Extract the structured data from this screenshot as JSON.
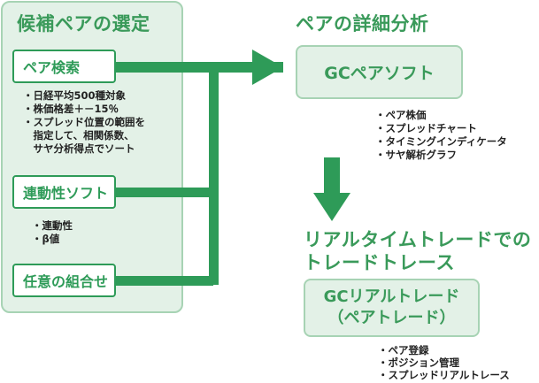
{
  "candidate_panel": {
    "title": "候補ペアの選定",
    "pair_search": {
      "label": "ペア検索",
      "notes": [
        "・日経平均500種対象",
        "・株価格差＋－15％",
        "・スプレッド位置の範囲を",
        "　指定して、相関係数、",
        "　サヤ分析得点でソート"
      ]
    },
    "correlation_soft": {
      "label": "連動性ソフト",
      "notes": [
        "・連動性",
        "・β値"
      ]
    },
    "any_combination": {
      "label": "任意の組合せ"
    }
  },
  "pair_analysis": {
    "title": "ペアの詳細分析",
    "box_label": "GCペアソフト",
    "notes": [
      "・ペア株価",
      "・スプレッドチャート",
      "・タイミングインディケータ",
      "・サヤ解析グラフ"
    ]
  },
  "realtime": {
    "title_line1": "リアルタイムトレードでの",
    "title_line2": "トレードトレース",
    "box_line1": "GCリアルトレード",
    "box_line2": "（ペアトレード）",
    "notes": [
      "・ペア登録",
      "・ポジション管理",
      "・スプレッドリアルトレース"
    ]
  },
  "colors": {
    "accent": "#2e9b58",
    "title_green": "#3a9a5a",
    "panel_fill": "#e3f1e7",
    "panel_border": "#a7d3b4"
  }
}
